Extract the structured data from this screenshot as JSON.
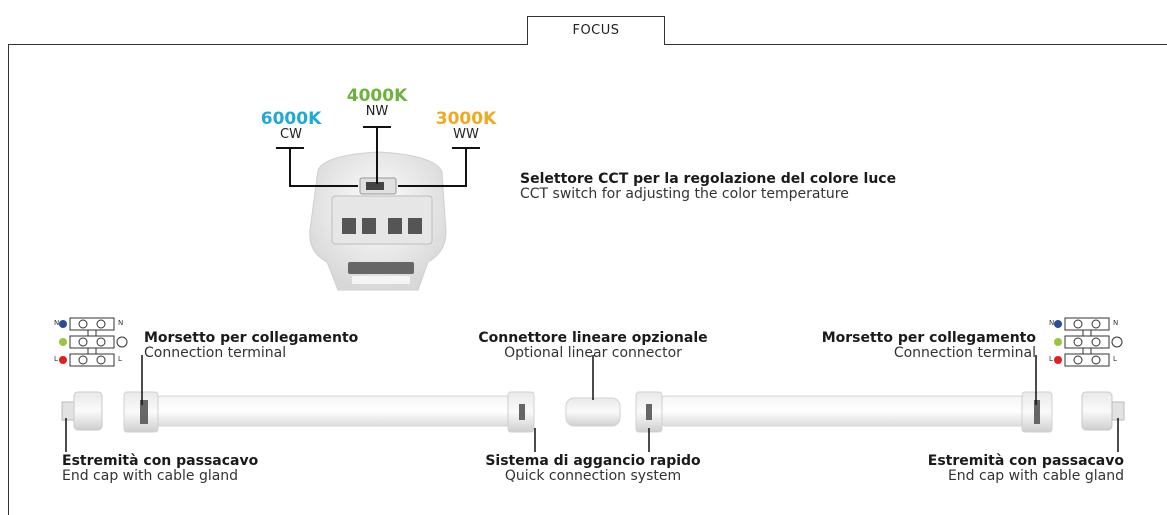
{
  "tab": "FOCUS",
  "cct": {
    "cw": {
      "k": "6000K",
      "code": "CW",
      "color": "#1fa9d6"
    },
    "nw": {
      "k": "4000K",
      "code": "NW",
      "color": "#6cb33e"
    },
    "ww": {
      "k": "3000K",
      "code": "WW",
      "color": "#f2a81d"
    },
    "title": "Selettore CCT per la regolazione del colore luce",
    "subtitle": "CCT switch for adjusting the color temperature"
  },
  "terminal_left": {
    "title": "Morsetto per collegamento",
    "subtitle": "Connection terminal"
  },
  "terminal_right": {
    "title": "Morsetto per collegamento",
    "subtitle": "Connection terminal"
  },
  "linear_connector": {
    "title": "Connettore lineare opzionale",
    "subtitle": "Optional linear connector"
  },
  "endcap_left": {
    "title": "Estremità con passacavo",
    "subtitle": "End cap with cable gland"
  },
  "endcap_right": {
    "title": "Estremità con passacavo",
    "subtitle": "End cap with cable gland"
  },
  "quick_connect": {
    "title": "Sistema di aggancio rapido",
    "subtitle": "Quick connection system"
  },
  "wiring": {
    "n": "N",
    "l": "L",
    "n_color": "#2a4c9c",
    "pe_color": "#9bc53d",
    "l_color": "#e02020"
  }
}
